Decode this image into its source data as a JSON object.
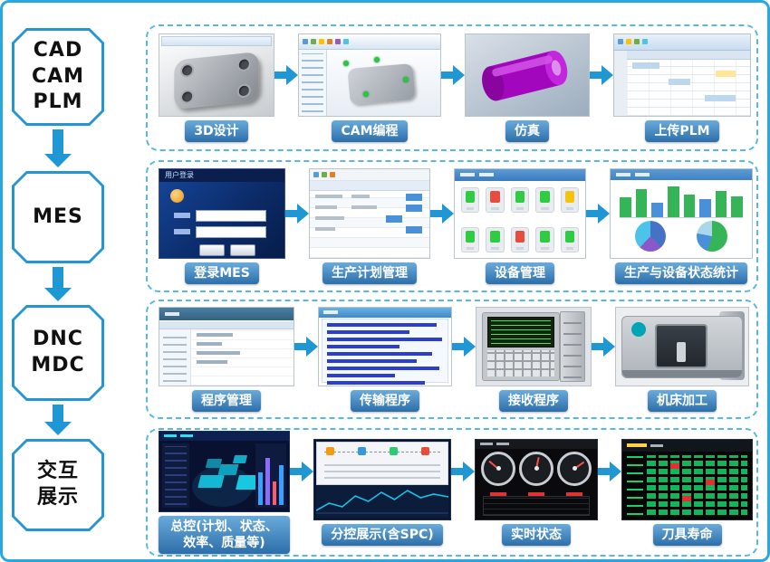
{
  "stages": [
    {
      "label": "CAD\nCAM\nPLM"
    },
    {
      "label": "MES"
    },
    {
      "label": "DNC\nMDC"
    },
    {
      "label": "交互\n展示"
    }
  ],
  "rows": [
    {
      "name": "cad-cam-plm",
      "steps": [
        {
          "label": "3D设计"
        },
        {
          "label": "CAM编程"
        },
        {
          "label": "仿真"
        },
        {
          "label": "上传PLM"
        }
      ]
    },
    {
      "name": "mes",
      "steps": [
        {
          "label": "登录MES"
        },
        {
          "label": "生产计划管理"
        },
        {
          "label": "设备管理"
        },
        {
          "label": "生产与设备状态统计"
        }
      ]
    },
    {
      "name": "dnc-mdc",
      "steps": [
        {
          "label": "程序管理"
        },
        {
          "label": "传输程序"
        },
        {
          "label": "接收程序"
        },
        {
          "label": "机床加工"
        }
      ]
    },
    {
      "name": "interactive-display",
      "steps": [
        {
          "label": "总控(计划、状态、效率、质量等)"
        },
        {
          "label": "分控展示(含SPC)"
        },
        {
          "label": "实时状态"
        },
        {
          "label": "刀具寿命"
        }
      ]
    }
  ],
  "thumbs": {
    "login_window_title": "用户登录"
  },
  "colors": {
    "outer_border": "#29a8e0",
    "dashed_border": "#55b9e8",
    "arrow_blue": "#1f97d4",
    "stage_outline": "#2196d3",
    "label_gradient_top": "#6aabdc",
    "label_gradient_bottom": "#2c6ea9",
    "status_green": "#2ecc40",
    "status_red": "#e84c3d",
    "status_yellow": "#f2c410",
    "simulation_part": "#a307bd"
  }
}
